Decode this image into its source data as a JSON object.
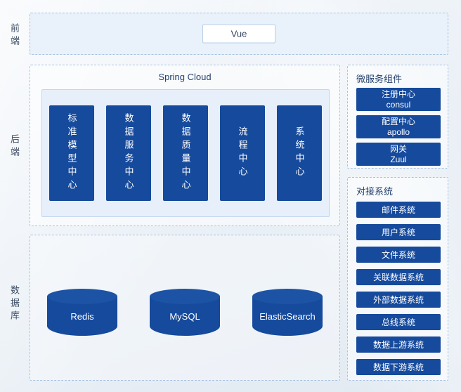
{
  "colors": {
    "primary_blue": "#164a9c",
    "dashed_border": "#a7c3e2",
    "light_fill": "#e9f1fa",
    "title_text": "#24406b"
  },
  "layers": {
    "frontend": {
      "label": "前端",
      "node": "Vue"
    },
    "backend": {
      "label": "后端",
      "title": "Spring Cloud",
      "pillars": [
        "标准模型中心",
        "数据服务中心",
        "数据质量中心",
        "流程中心",
        "系统中心"
      ]
    },
    "database": {
      "label": "数据库",
      "items": [
        "Redis",
        "MySQL",
        "ElasticSearch"
      ]
    }
  },
  "microservices": {
    "title": "微服务组件",
    "items": [
      {
        "name": "注册中心",
        "tech": "consul"
      },
      {
        "name": "配置中心",
        "tech": "apollo"
      },
      {
        "name": "网关",
        "tech": "Zuul"
      }
    ]
  },
  "integrations": {
    "title": "对接系统",
    "items": [
      "邮件系统",
      "用户系统",
      "文件系统",
      "关联数据系统",
      "外部数据系统",
      "总线系统",
      "数据上游系统",
      "数据下游系统"
    ]
  }
}
